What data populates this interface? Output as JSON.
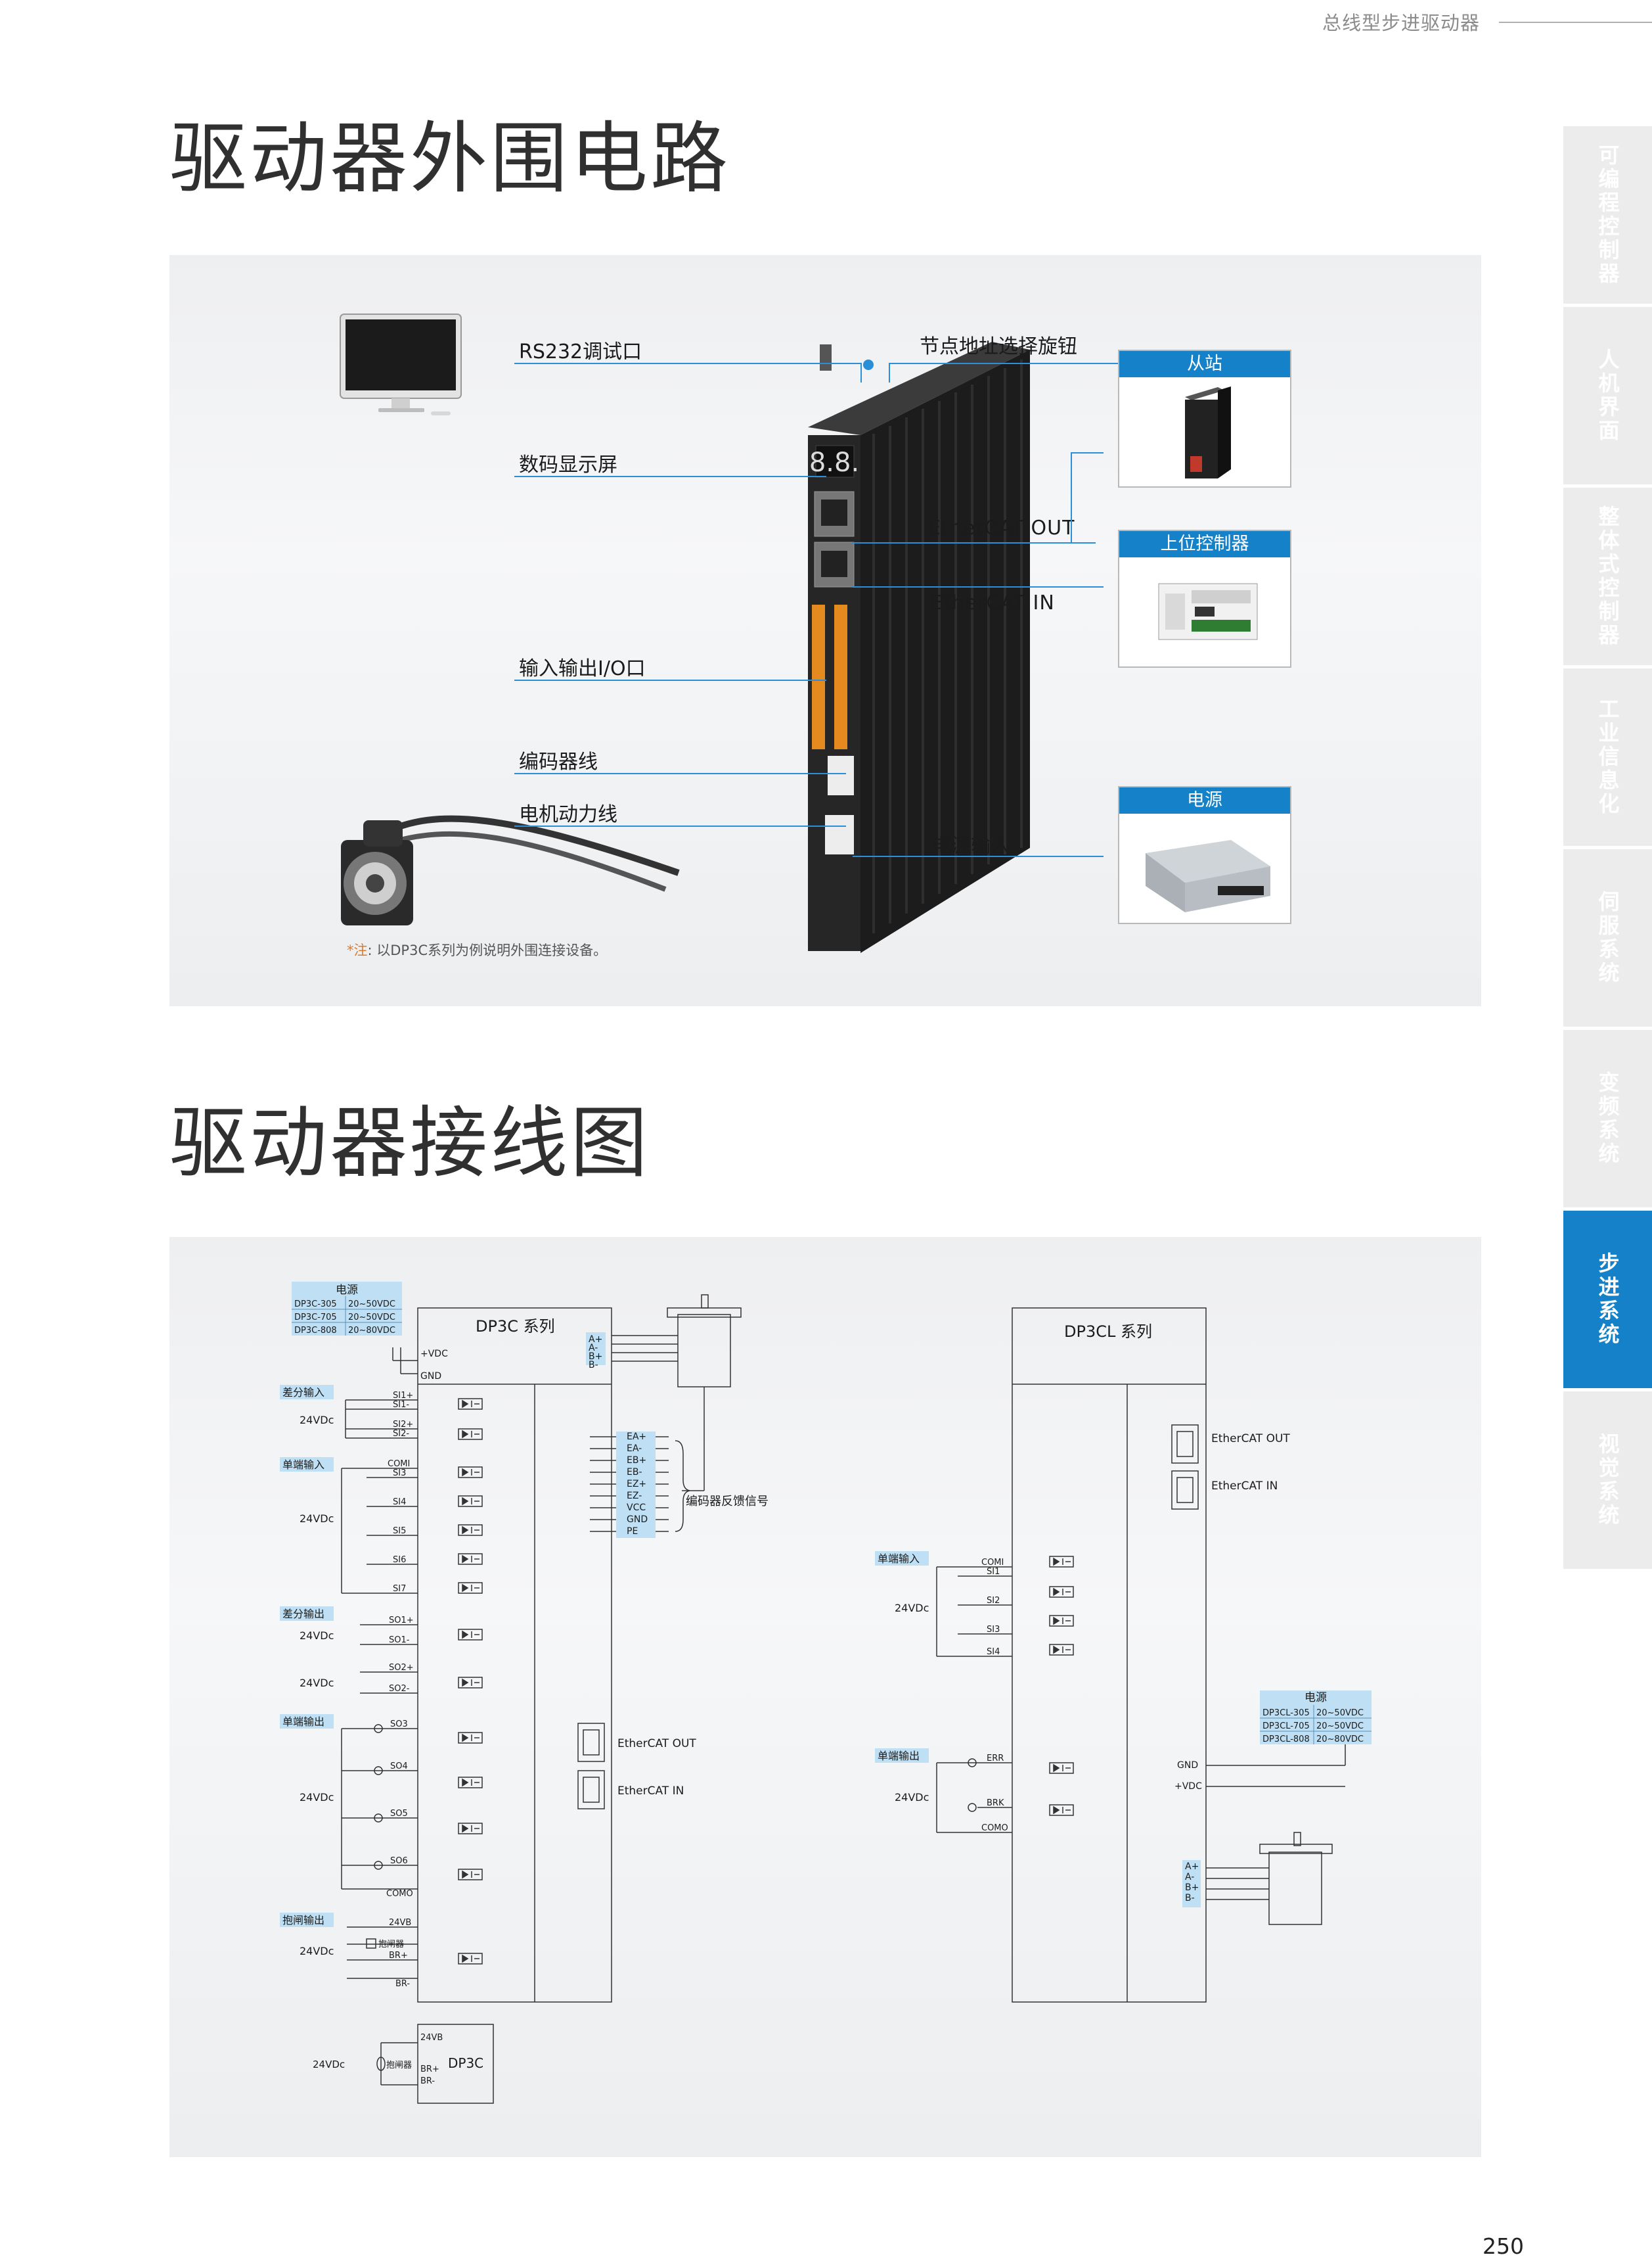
{
  "header": {
    "title": "总线型步进驱动器"
  },
  "sidebar": {
    "items": [
      {
        "label": "可编程控制器",
        "active": false
      },
      {
        "label": "人机界面",
        "active": false
      },
      {
        "label": "整体式控制器",
        "active": false
      },
      {
        "label": "工业信息化",
        "active": false
      },
      {
        "label": "伺服系统",
        "active": false
      },
      {
        "label": "变频系统",
        "active": false
      },
      {
        "label": "步进系统",
        "active": true
      },
      {
        "label": "视觉系统",
        "active": false
      }
    ]
  },
  "section1": {
    "title": "驱动器外围电路",
    "labels": {
      "rs232": "RS232调试口",
      "display": "数码显示屏",
      "io": "输入输出I/O口",
      "encoder": "编码器线",
      "motor": "电机动力线",
      "node": "节点地址选择旋钮",
      "ecat_out": "EtherCAT  OUT",
      "ecat_in": "EtherCAT  IN",
      "power_in": "电源输入"
    },
    "boxes": {
      "slave": "从站",
      "plc": "上位控制器",
      "psu": "电源"
    },
    "display_digits": "8.8.",
    "note_star": "*注",
    "note_text": ": 以DP3C系列为例说明外围连接设备。"
  },
  "section2": {
    "title": "驱动器接线图",
    "left": {
      "model": "DP3C 系列",
      "power_title": "电源",
      "power_rows": [
        [
          "DP3C-305",
          "20~50VDC"
        ],
        [
          "DP3C-705",
          "20~50VDC"
        ],
        [
          "DP3C-808",
          "20~80VDC"
        ]
      ],
      "vdc": "+VDC",
      "gnd": "GND",
      "motor_pins": [
        "A+",
        "A-",
        "B+",
        "B-"
      ],
      "encoder_pins": [
        "EA+",
        "EA-",
        "EB+",
        "EB-",
        "EZ+",
        "EZ-",
        "VCC",
        "GND",
        "PE"
      ],
      "encoder_label": "编码器反馈信号",
      "diff_in": {
        "tag": "差分输入",
        "v": "24VDc",
        "pins": [
          "SI1+",
          "SI1-",
          "SI2+",
          "SI2-"
        ]
      },
      "single_in": {
        "tag": "单端输入",
        "v": "24VDc",
        "pins": [
          "COMI",
          "SI3",
          "SI4",
          "SI5",
          "SI6",
          "SI7"
        ]
      },
      "diff_out": {
        "tag": "差分输出",
        "v": "24VDc",
        "pins": [
          "SO1+",
          "SO1-",
          "SO2+",
          "SO2-"
        ]
      },
      "single_out": {
        "tag": "单端输出",
        "v": "24VDc",
        "pins": [
          "SO3",
          "SO4",
          "SO5",
          "SO6",
          "COMO"
        ]
      },
      "brake_out": {
        "tag": "抱闸输出",
        "v": "24VDc",
        "relay": "抱闸器",
        "pins": [
          "24VB",
          "BR+",
          "BR-"
        ]
      },
      "ecat_out": "EtherCAT OUT",
      "ecat_in": "EtherCAT IN",
      "mini": {
        "model": "DP3C",
        "v": "24VDc",
        "relay": "抱闸器",
        "pins": [
          "24VB",
          "BR+",
          "BR-"
        ]
      }
    },
    "right": {
      "model": "DP3CL 系列",
      "ecat_out": "EtherCAT OUT",
      "ecat_in": "EtherCAT IN",
      "single_in": {
        "tag": "单端输入",
        "v": "24VDc",
        "pins": [
          "COMI",
          "SI1",
          "SI2",
          "SI3",
          "SI4"
        ]
      },
      "single_out": {
        "tag": "单端输出",
        "v": "24VDc",
        "pins": [
          "ERR",
          "BRK",
          "COMO"
        ]
      },
      "power_title": "电源",
      "power_rows": [
        [
          "DP3CL-305",
          "20~50VDC"
        ],
        [
          "DP3CL-705",
          "20~50VDC"
        ],
        [
          "DP3CL-808",
          "20~80VDC"
        ]
      ],
      "gnd": "GND",
      "vdc": "+VDC",
      "motor_pins": [
        "A+",
        "A-",
        "B+",
        "B-"
      ]
    }
  },
  "page": {
    "number": "250"
  }
}
